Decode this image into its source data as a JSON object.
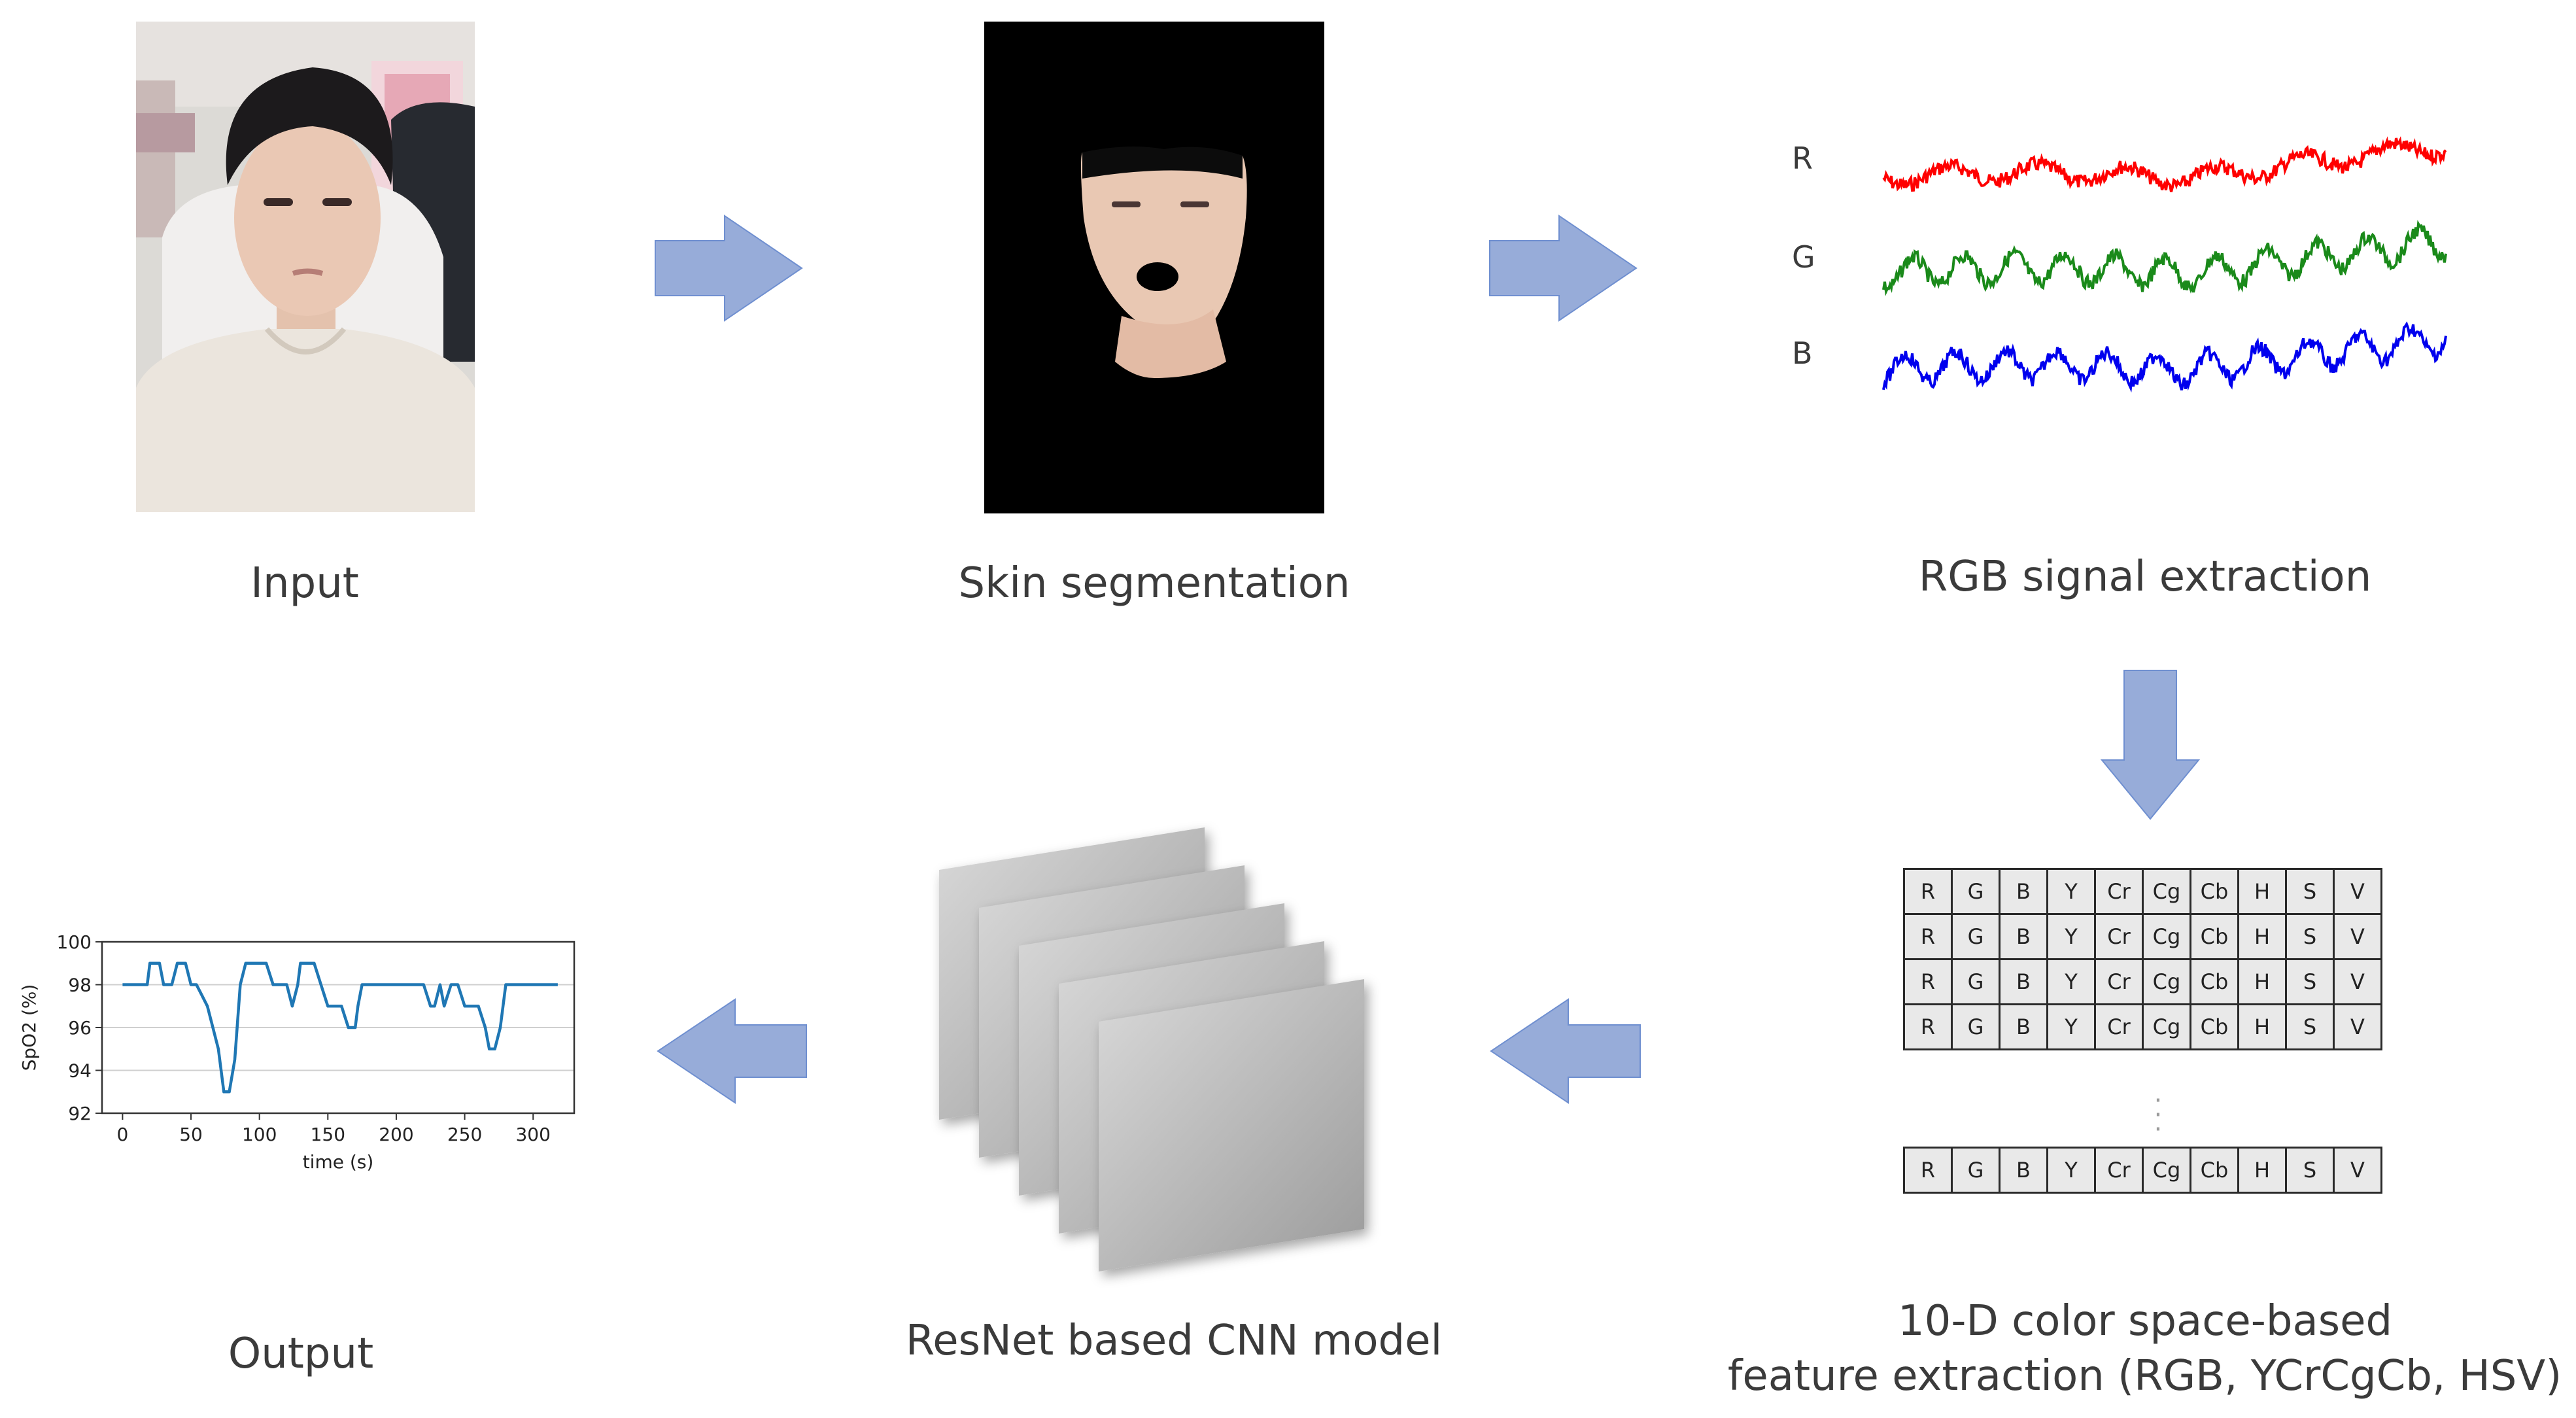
{
  "stages": {
    "input": "Input",
    "skin": "Skin segmentation",
    "rgb": "RGB signal extraction",
    "feature_line1": "10-D color space-based",
    "feature_line2": "feature extraction (RGB, YCrCgCb, HSV)",
    "cnn": "ResNet based CNN model",
    "output": "Output"
  },
  "signal_labels": [
    "R",
    "G",
    "B"
  ],
  "signal_colors": {
    "R": "#ff0000",
    "G": "#1a8a1a",
    "B": "#0000ee"
  },
  "feature_columns": [
    "R",
    "G",
    "B",
    "Y",
    "Cr",
    "Cg",
    "Cb",
    "H",
    "S",
    "V"
  ],
  "arrow_color": "#97acd9",
  "chart_data": {
    "type": "line",
    "xlabel": "time (s)",
    "ylabel": "SpO2 (%)",
    "xlim": [
      -15,
      330
    ],
    "ylim": [
      92,
      100
    ],
    "xticks": [
      0,
      50,
      100,
      150,
      200,
      250,
      300
    ],
    "yticks": [
      92,
      94,
      96,
      98,
      100
    ],
    "grid": "horizontal",
    "color": "#1f77b4",
    "series": [
      {
        "x": [
          0,
          18,
          20,
          27,
          30,
          36,
          40,
          46,
          50,
          54,
          58,
          62,
          66,
          70,
          74,
          78,
          82,
          86,
          90,
          95,
          100,
          105,
          110,
          115,
          120,
          122,
          124,
          126,
          128,
          130,
          135,
          140,
          145,
          150,
          155,
          160,
          165,
          170,
          172,
          175,
          180,
          185,
          190,
          195,
          200,
          210,
          220,
          225,
          228,
          232,
          235,
          240,
          245,
          250,
          255,
          260,
          265,
          268,
          272,
          276,
          280,
          300,
          318
        ],
        "y": [
          98,
          98,
          99,
          99,
          98,
          98,
          99,
          99,
          98,
          98,
          97.5,
          97,
          96,
          95,
          93,
          93,
          94.5,
          98,
          99,
          99,
          99,
          99,
          98,
          98,
          98,
          97.5,
          97,
          97.5,
          98,
          99,
          99,
          99,
          98,
          97,
          97,
          97,
          96,
          96,
          97,
          98,
          98,
          98,
          98,
          98,
          98,
          98,
          98,
          97,
          97,
          98,
          97,
          98,
          98,
          97,
          97,
          97,
          96,
          95,
          95,
          96,
          98,
          98,
          98
        ]
      }
    ]
  }
}
